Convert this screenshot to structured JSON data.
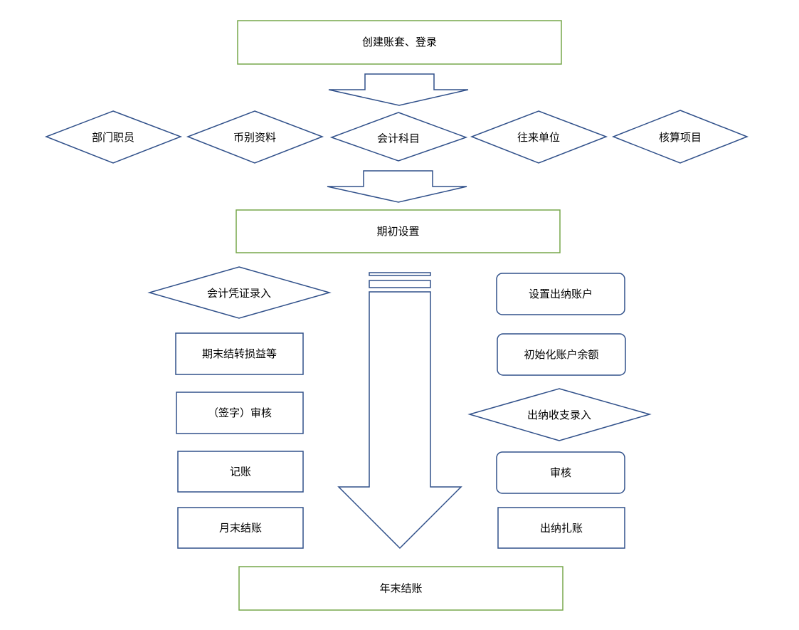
{
  "colors": {
    "green_border": "#77a74a",
    "blue_border": "#30508a",
    "text": "#000000",
    "background": "#ffffff"
  },
  "nodes": {
    "create_account": "创建账套、登录",
    "basic_info": [
      "部门职员",
      "币别资料",
      "会计科目",
      "往来单位",
      "核算项目"
    ],
    "initial_setup": "期初设置",
    "voucher_entry": "会计凭证录入",
    "period_end_transfer": "期末结转损益等",
    "sign_review": "（签字）审核",
    "bookkeeping": "记账",
    "month_end_close": "月末结账",
    "setup_cashier_account": "设置出纳账户",
    "init_account_balance": "初始化账户余额",
    "cashier_entry": "出纳收支录入",
    "cashier_review": "审核",
    "cashier_settle": "出纳扎账",
    "year_end_close": "年末结账"
  }
}
